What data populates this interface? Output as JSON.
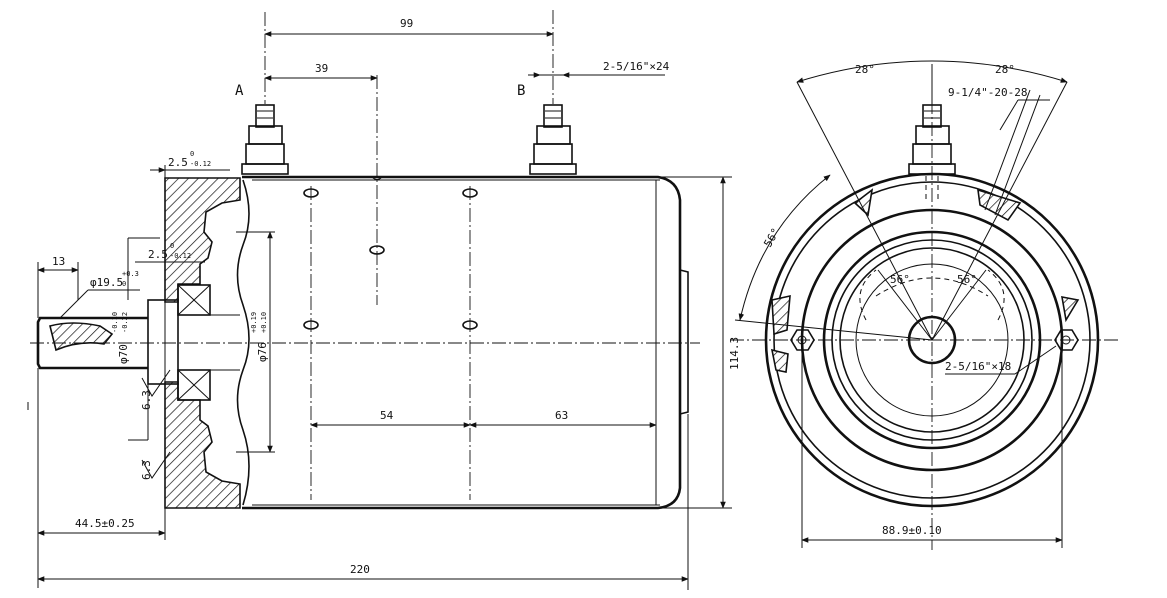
{
  "labels": {
    "terminal_a": "A",
    "terminal_b": "B"
  },
  "dimensions": {
    "d99": "99",
    "d39": "39",
    "thread_b": "2-5/16\"×24",
    "d2_5_top": "2.5",
    "d2_5_top_tol_up": "0",
    "d2_5_top_tol_dn": "-0.12",
    "d2_5_mid": "2.5",
    "d2_5_mid_tol_up": "0",
    "d2_5_mid_tol_dn": "-0.12",
    "d13": "13",
    "shaft_dia": "φ19.5",
    "shaft_dia_tol_up": "+0.3",
    "shaft_dia_tol_dn": "0",
    "pilot_dia": "φ70",
    "pilot_dia_tol_up": "-0.10",
    "pilot_dia_tol_dn": "-0.22",
    "bore_dia": "φ76",
    "bore_dia_tol_up": "+0.19",
    "bore_dia_tol_dn": "+0.10",
    "rough1": "6.3",
    "rough2": "6.3",
    "d54": "54",
    "d63": "63",
    "d114": "114.3",
    "d44": "44.5±0.25",
    "d220": "220",
    "angle_28_left": "28°",
    "angle_28_right": "28°",
    "thread_top": "9-1/4\"-20-28",
    "angle_56_outer": "56°",
    "angle_56_left": "56°",
    "angle_56_right": "56°",
    "thread_side": "2-5/16\"×18",
    "d88": "88.9±0.10"
  }
}
